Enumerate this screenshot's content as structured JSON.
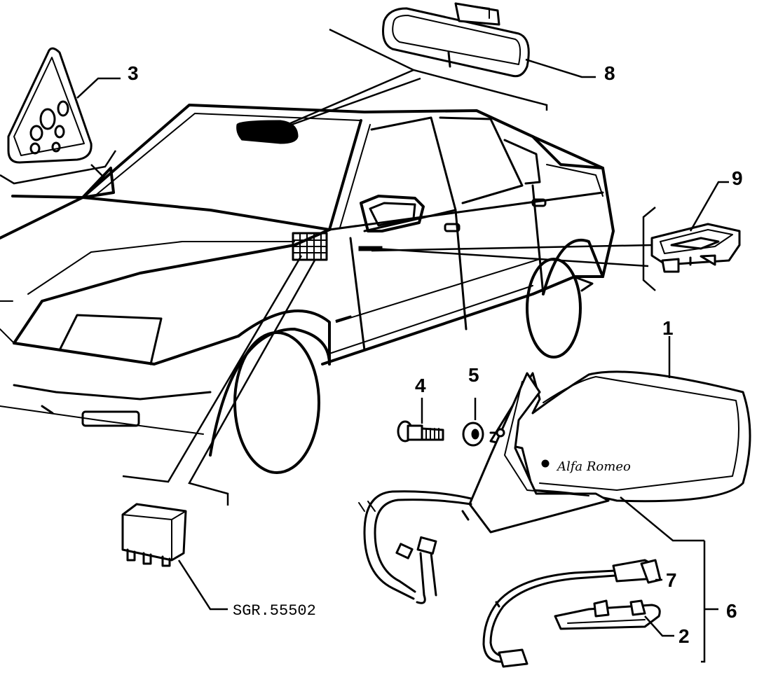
{
  "callouts": {
    "c1": "1",
    "c2": "2",
    "c3": "3",
    "c4": "4",
    "c5": "5",
    "c6": "6",
    "c7": "7",
    "c8": "8",
    "c9": "9"
  },
  "reference_code": "SGR.55502",
  "mirror_script": "Alfa Romeo"
}
